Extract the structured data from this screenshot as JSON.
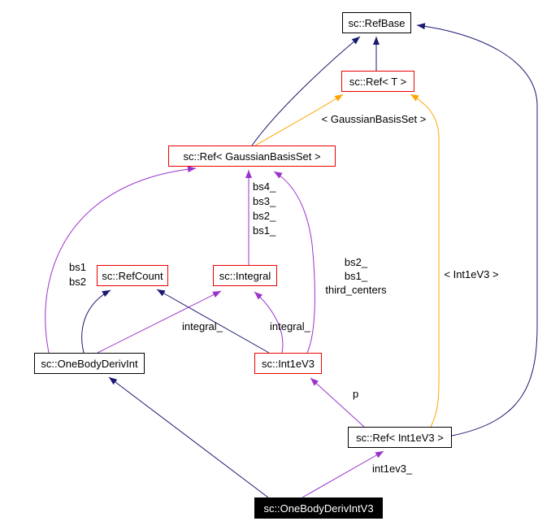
{
  "colors": {
    "inheritance": "#191970",
    "usage": "#9a32cd",
    "template_relation": "#ffa500",
    "node_border": "#000000",
    "node_border_linked": "#ee0000",
    "focus_node_bg": "#000000",
    "focus_node_text": "#ffffff"
  },
  "nodes": {
    "refbase": "sc::RefBase",
    "ref_t": "sc::Ref< T >",
    "ref_gbs": "sc::Ref< GaussianBasisSet >",
    "refcount": "sc::RefCount",
    "integral": "sc::Integral",
    "onebodyderivint": "sc::OneBodyDerivInt",
    "int1ev3": "sc::Int1eV3",
    "ref_int1ev3": "sc::Ref< Int1eV3 >",
    "onebodyderivintv3": "sc::OneBodyDerivIntV3"
  },
  "edge_labels": {
    "template_gbs": "< GaussianBasisSet >",
    "template_int1ev3": "< Int1eV3 >",
    "integral_bs": [
      "bs4_",
      "bs3_",
      "bs2_",
      "bs1_"
    ],
    "obdi_bs": [
      "bs1",
      "bs2"
    ],
    "int1ev3_bs": [
      "bs2_",
      "bs1_",
      "third_centers"
    ],
    "integral_member_left": "integral_",
    "integral_member_right": "integral_",
    "p_member": "p",
    "int1ev3_member": "int1ev3_"
  }
}
